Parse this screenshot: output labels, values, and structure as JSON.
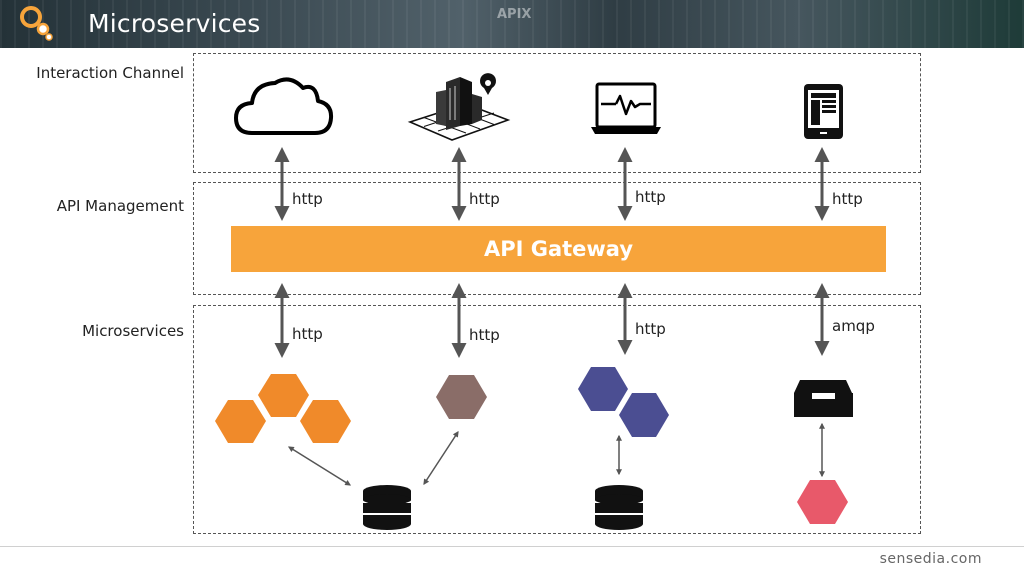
{
  "header": {
    "title": "Microservices",
    "logo_icon": "sensedia-bubbles-logo",
    "background_sign_text": "APIX"
  },
  "layers": {
    "interaction": "Interaction Channel",
    "management": "API Management",
    "microservices": "Microservices"
  },
  "gateway": {
    "label": "API Gateway",
    "color": "#f7a43b"
  },
  "channels": [
    {
      "icon": "cloud-icon",
      "top_protocol": "http",
      "bottom_protocol": "http"
    },
    {
      "icon": "city-building-pin-icon",
      "top_protocol": "http",
      "bottom_protocol": "http"
    },
    {
      "icon": "laptop-monitor-icon",
      "top_protocol": "http",
      "bottom_protocol": "http"
    },
    {
      "icon": "tablet-icon",
      "top_protocol": "http",
      "bottom_protocol": "amqp"
    }
  ],
  "colors": {
    "orange_service": "#f08a2a",
    "brown_service": "#8a6d68",
    "indigo_service": "#4b4e92",
    "red_service": "#e8596a",
    "arrow": "#555555"
  },
  "footer": {
    "brand": "sensedia.com"
  }
}
